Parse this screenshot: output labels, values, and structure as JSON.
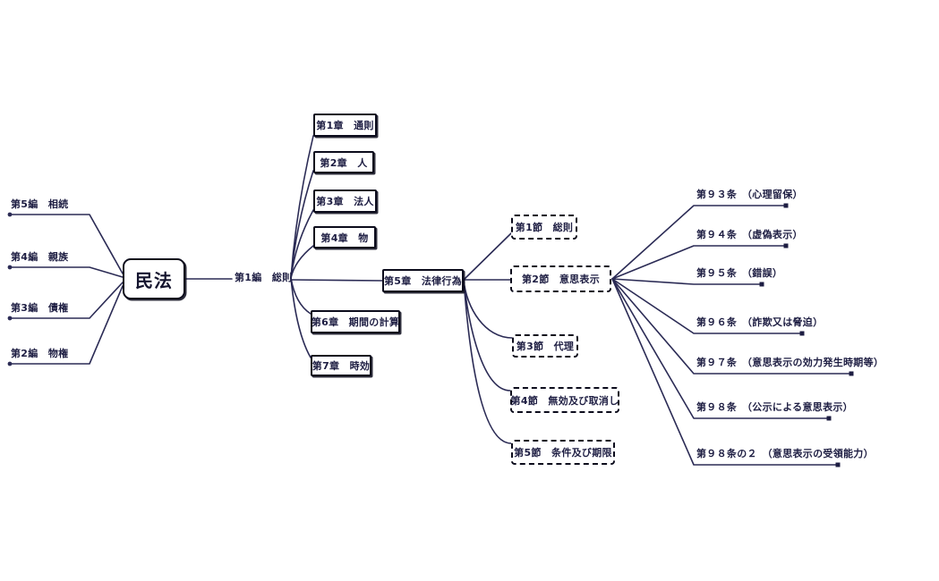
{
  "root": {
    "label": "民法"
  },
  "trunk": {
    "label": "第1編　総則"
  },
  "left_branches": [
    {
      "label": "第5編　相続"
    },
    {
      "label": "第4編　親族"
    },
    {
      "label": "第3編　債権"
    },
    {
      "label": "第2編　物権"
    }
  ],
  "chapters": [
    {
      "label": "第1章　通則"
    },
    {
      "label": "第2章　人"
    },
    {
      "label": "第3章　法人"
    },
    {
      "label": "第4章　物"
    },
    {
      "label": "第5章　法律行為"
    },
    {
      "label": "第6章　期間の計算"
    },
    {
      "label": "第7章　時効"
    }
  ],
  "sections": [
    {
      "label": "第1節　総則"
    },
    {
      "label": "第2節　意思表示"
    },
    {
      "label": "第3節　代理"
    },
    {
      "label": "第4節　無効及び取消し"
    },
    {
      "label": "第5節　条件及び期限"
    }
  ],
  "articles": [
    {
      "label": "第９３条　（心理留保）"
    },
    {
      "label": "第９４条　（虚偽表示）"
    },
    {
      "label": "第９５条　（錯誤）"
    },
    {
      "label": "第９６条　（詐欺又は脅迫）"
    },
    {
      "label": "第９７条　（意思表示の効力発生時期等）"
    },
    {
      "label": "第９８条　（公示による意思表示）"
    },
    {
      "label": "第９８条の２　（意思表示の受領能力）"
    }
  ],
  "colors": {
    "line": "#2b2b55",
    "text": "#1d1d42",
    "border": "#0c0c1c",
    "background": "#ffffff"
  }
}
